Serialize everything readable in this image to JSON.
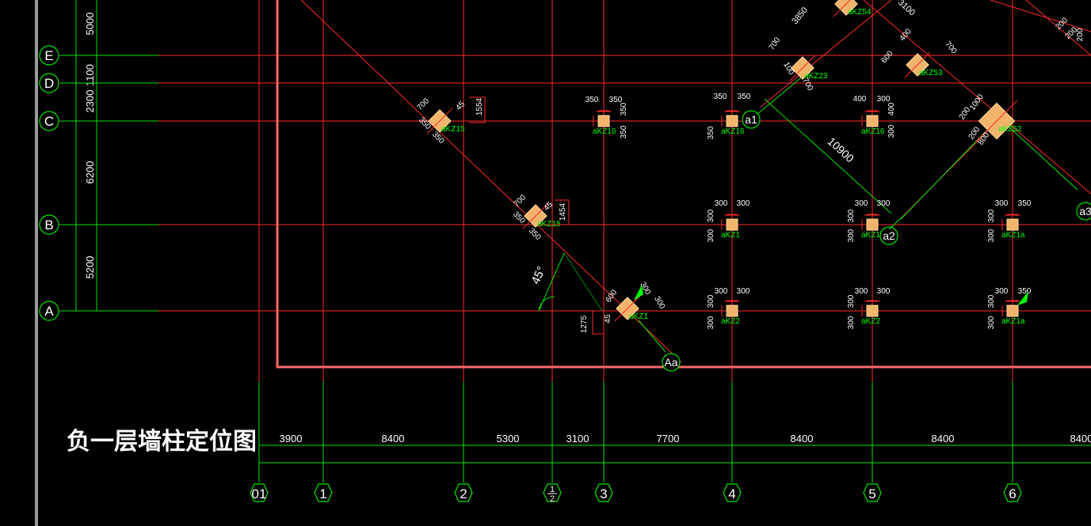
{
  "title": "负一层墙柱定位图",
  "colors": {
    "background": "#000000",
    "grid": "#ff2a2a",
    "dim": "#00e600",
    "frame": "#ff6b6b",
    "column": "#f2b46a",
    "label": "#00ff00",
    "text": "#ffffff",
    "margin": "#9a9a9a"
  },
  "row_axes": [
    {
      "label": "E"
    },
    {
      "label": "D"
    },
    {
      "label": "C"
    },
    {
      "label": "B"
    },
    {
      "label": "A"
    }
  ],
  "row_dims": [
    "5000",
    "1100",
    "2300",
    "6200",
    "5200"
  ],
  "col_axes": [
    {
      "label": "01"
    },
    {
      "label": "1"
    },
    {
      "label": "2"
    },
    {
      "label": "1/2"
    },
    {
      "label": "3"
    },
    {
      "label": "4"
    },
    {
      "label": "5"
    },
    {
      "label": "6"
    }
  ],
  "col_dims": [
    "3900",
    "8400",
    "5300",
    "3100",
    "7700",
    "8400",
    "8400",
    "8400"
  ],
  "inclined_axes": [
    "a1",
    "a2",
    "Aa",
    "a3"
  ],
  "inclined_dims": [
    "10900",
    "3850",
    "3100"
  ],
  "angle_label": "45°",
  "columns": [
    {
      "id": "c-kz15",
      "label": "aKZ15",
      "diag": true,
      "dims": [
        "700",
        "45",
        "1554",
        "350",
        "350"
      ]
    },
    {
      "id": "c-kz18",
      "label": "aKZ18",
      "diag": true,
      "dims": [
        "700",
        "45",
        "1454",
        "350",
        "350"
      ]
    },
    {
      "id": "c-kz1d",
      "label": "aKZ1",
      "diag": true,
      "dims": [
        "600",
        "300",
        "300",
        "1275",
        "45"
      ]
    },
    {
      "id": "c-kz23",
      "label": "aKZ23",
      "diag": true,
      "dims": [
        "700",
        "100",
        "700"
      ]
    },
    {
      "id": "c-kz54",
      "label": "aKZ54",
      "diag": true,
      "dims": []
    },
    {
      "id": "c-kz53",
      "label": "aKZ53",
      "diag": true,
      "dims": [
        "400",
        "600",
        "700"
      ]
    },
    {
      "id": "c-kz52",
      "label": "aKZ52",
      "diag": true,
      "dims": [
        "1000",
        "200",
        "200",
        "800"
      ]
    },
    {
      "id": "c-kz16a",
      "label": "aKZ16",
      "diag": false,
      "dims": [
        "350",
        "350",
        "350",
        "350"
      ]
    },
    {
      "id": "c-kz16b",
      "label": "aKZ16",
      "diag": false,
      "dims": [
        "350",
        "350",
        "350"
      ]
    },
    {
      "id": "c-kz16c",
      "label": "aKZ16",
      "diag": false,
      "dims": [
        "400",
        "300",
        "400",
        "300"
      ]
    },
    {
      "id": "c-kz1a",
      "label": "aKZ1",
      "diag": false,
      "dims": [
        "300",
        "300",
        "300",
        "300"
      ]
    },
    {
      "id": "c-kz1b",
      "label": "aKZ1",
      "diag": false,
      "dims": [
        "300",
        "300",
        "300",
        "300"
      ]
    },
    {
      "id": "c-kz1ab",
      "label": "aKZ1a",
      "diag": false,
      "dims": [
        "300",
        "350",
        "300",
        "300"
      ]
    },
    {
      "id": "c-kz2a",
      "label": "aKZ2",
      "diag": false,
      "dims": [
        "300",
        "300",
        "300",
        "300"
      ]
    },
    {
      "id": "c-kz2b",
      "label": "aKZ2",
      "diag": false,
      "dims": [
        "300",
        "300",
        "300",
        "300"
      ]
    },
    {
      "id": "c-kz1aa",
      "label": "aKZ1a",
      "diag": false,
      "dims": [
        "300",
        "350",
        "300",
        "300"
      ]
    }
  ],
  "corner_dims": [
    "200",
    "200",
    "200"
  ]
}
